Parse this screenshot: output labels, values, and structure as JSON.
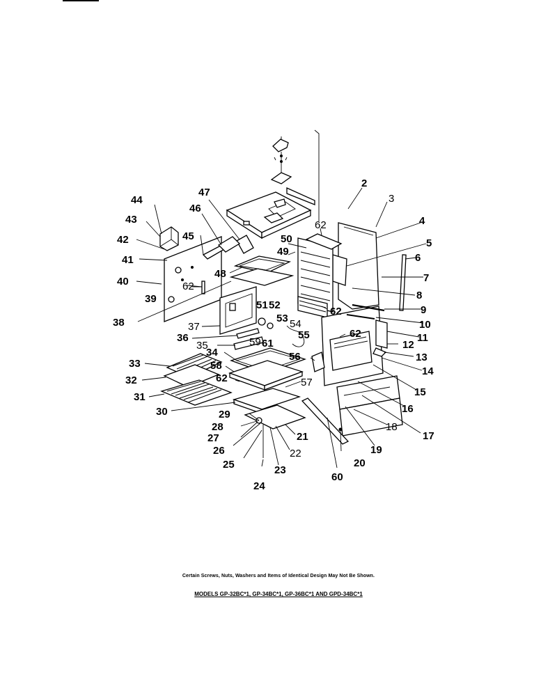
{
  "diagram": {
    "footnote": "Certain Screws, Nuts, Washers and Items of Identical Design May Not Be Shown.",
    "models_line": "MODELS GP-32BC*1, GP-34BC*1, GP-36BC*1 AND GPD-34BC*1",
    "callouts": [
      "2",
      "3",
      "4",
      "5",
      "6",
      "7",
      "8",
      "9",
      "10",
      "11",
      "12",
      "13",
      "14",
      "15",
      "16",
      "17",
      "18",
      "19",
      "20",
      "21",
      "22",
      "23",
      "24",
      "25",
      "26",
      "27",
      "28",
      "29",
      "30",
      "31",
      "32",
      "33",
      "34",
      "35",
      "36",
      "37",
      "38",
      "39",
      "40",
      "41",
      "42",
      "43",
      "44",
      "45",
      "46",
      "47",
      "48",
      "49",
      "50",
      "51",
      "52",
      "53",
      "54",
      "55",
      "56",
      "57",
      "58",
      "59",
      "60",
      "61",
      "62"
    ]
  }
}
